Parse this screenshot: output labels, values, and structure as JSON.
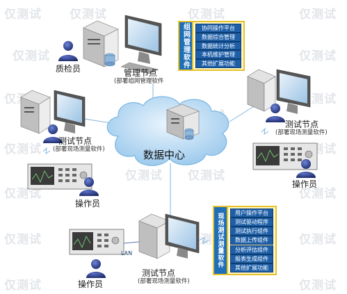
{
  "watermark": "仅测试",
  "center": {
    "label": "数据中心"
  },
  "nodes": {
    "management": {
      "title": "管理节点",
      "subtitle": "(部署组网管理软件"
    },
    "test_left": {
      "title": "测试节点",
      "subtitle": "(部署现场测量软件)"
    },
    "test_right": {
      "title": "测试节点",
      "subtitle": "(部署现场测量软件)"
    },
    "test_bottom": {
      "title": "测试节点",
      "subtitle": "(部署现场测量软件)"
    }
  },
  "people": {
    "inspector": "质检员",
    "operator_left": "操作员",
    "operator_right": "操作员",
    "operator_bottom": "操作员"
  },
  "network": {
    "lan_label": "LAN"
  },
  "management_menu": {
    "title": "组网管理软件",
    "items": [
      "协同操作平台",
      "数据综合管理",
      "数据统计分析",
      "本机维护管理",
      "其他扩展功能"
    ]
  },
  "field_menu": {
    "title": "现场测试测量软件",
    "items": [
      "用户操作平台",
      "测试驱动程序",
      "测试执行组件",
      "数据上传组件",
      "分析评估组件",
      "报表生成组件",
      "其他扩展功能"
    ]
  },
  "colors": {
    "menu_blue": "#1e5fa8",
    "menu_border": "#e6c12a",
    "cloud": "#a9d3f0",
    "person": "#2d3f8f"
  }
}
